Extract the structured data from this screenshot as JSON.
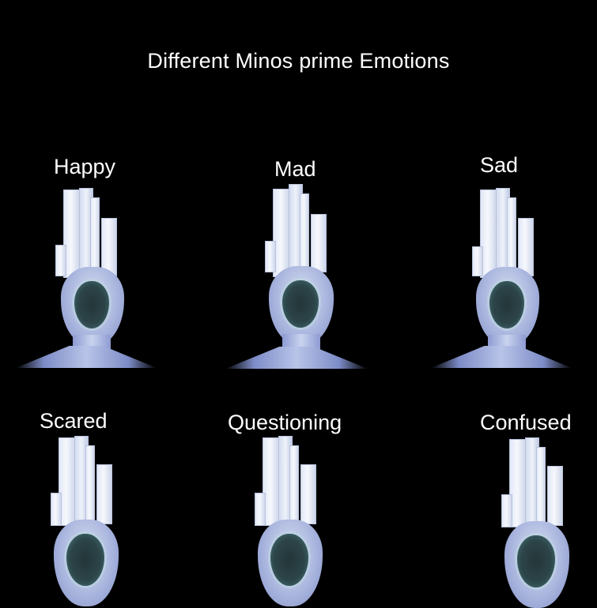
{
  "title": "Different Minos prime Emotions",
  "colors": {
    "background": "#000000",
    "text": "#ffffff",
    "skin": "#aab6de",
    "mouth": "#2c4448"
  },
  "emotions": [
    {
      "label": "Happy",
      "image": "minos-prime-head"
    },
    {
      "label": "Mad",
      "image": "minos-prime-head"
    },
    {
      "label": "Sad",
      "image": "minos-prime-head"
    },
    {
      "label": "Scared",
      "image": "minos-prime-head"
    },
    {
      "label": "Questioning",
      "image": "minos-prime-head"
    },
    {
      "label": "Confused",
      "image": "minos-prime-head"
    }
  ]
}
